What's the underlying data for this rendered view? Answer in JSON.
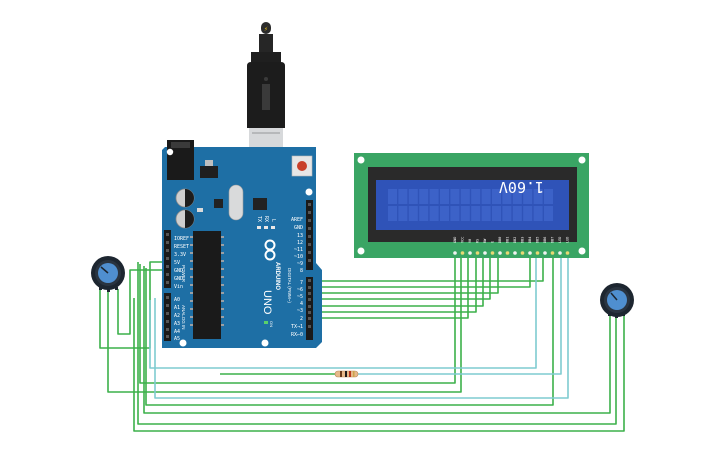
{
  "board": {
    "name": "UNO",
    "brand": "ARDUINO",
    "section_power": "POWER",
    "section_analog": "ANALOG IN",
    "section_digital": "DIGITAL (PWM~)",
    "on_label": "ON",
    "left_pins": [
      "IOREF",
      "RESET",
      "3.3V",
      "5V",
      "GND",
      "GND",
      "Vin"
    ],
    "analog_pins": [
      "A0",
      "A1",
      "A2",
      "A3",
      "A4",
      "A5"
    ],
    "top_right_pins": [
      "AREF",
      "GND",
      "13",
      "12",
      "~11",
      "~10",
      "~9",
      "8"
    ],
    "bottom_right_pins": [
      "7",
      "~6",
      "~5",
      "4",
      "~3",
      "2",
      "TX→1",
      "RX←0"
    ],
    "led_labels": [
      "TX",
      "RX",
      "L"
    ]
  },
  "lcd": {
    "text": "1.60V",
    "pins": [
      "GND",
      "VCC",
      "V0",
      "RS",
      "RW",
      "E",
      "DB0",
      "DB1",
      "DB2",
      "DB3",
      "DB4",
      "DB5",
      "DB6",
      "DB7",
      "LED",
      "LED"
    ]
  },
  "colors": {
    "wire_green": "#3cb04a",
    "wire_cyan": "#7fcbd0",
    "board_blue": "#1e6fa5",
    "lcd_pcb": "#3aa564",
    "lcd_screen": "#2f53b8"
  },
  "icons": {
    "usb": "usb-connector-icon",
    "pot": "potentiometer-icon",
    "resistor": "resistor-icon"
  }
}
